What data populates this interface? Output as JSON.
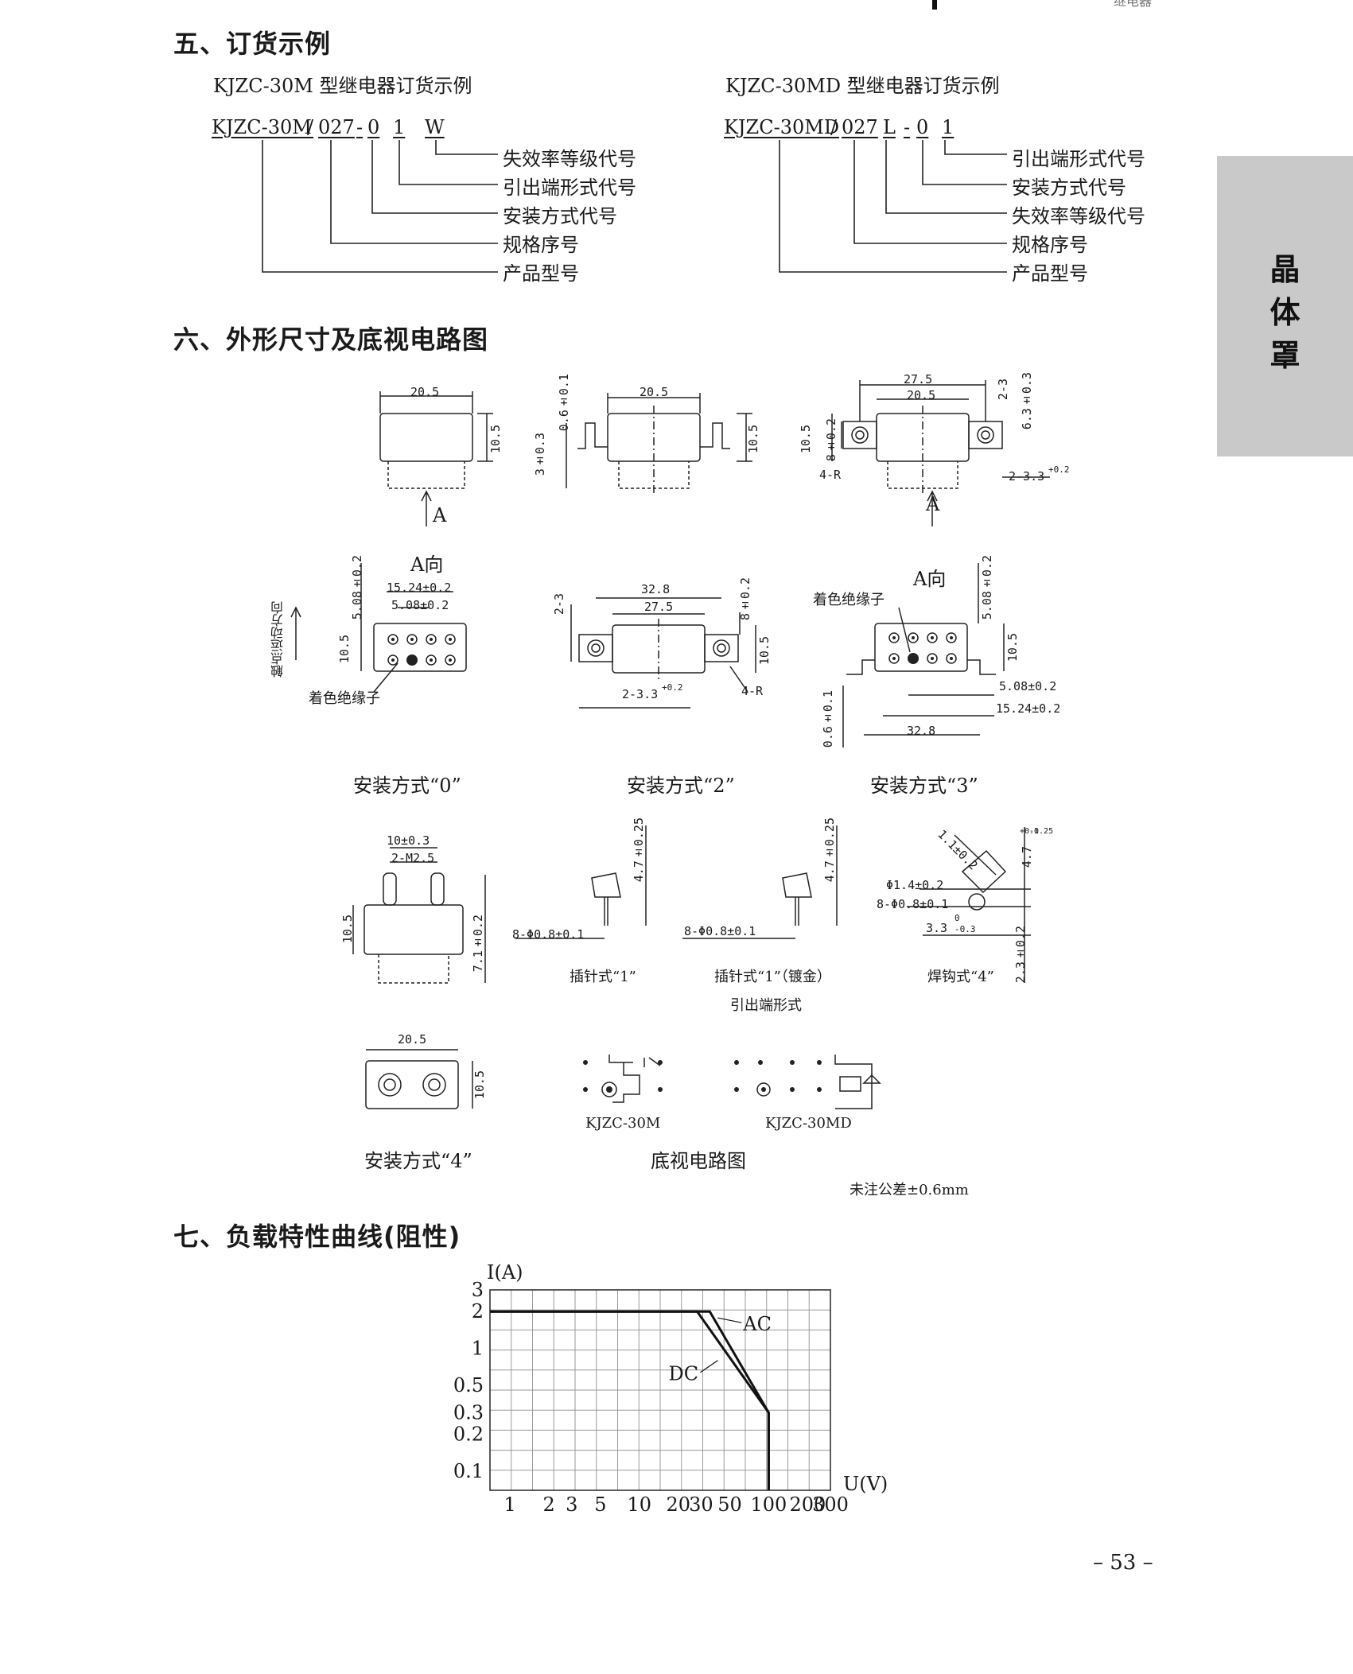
{
  "header": {
    "fragment": "继电器"
  },
  "side_tab": {
    "chars": [
      "晶",
      "体",
      "罩"
    ]
  },
  "sections": {
    "ordering": "五、订货示例",
    "dimensions": "六、外形尺寸及底视电路图",
    "load_curve": "七、负载特性曲线(阻性)"
  },
  "ordering": {
    "m": {
      "title": "KJZC-30M 型继电器订货示例",
      "code": [
        "KJZC-30M",
        "/",
        "027",
        "-",
        "0",
        "1",
        "W"
      ],
      "labels": [
        "失效率等级代号",
        "引出端形式代号",
        "安装方式代号",
        "规格序号",
        "产品型号"
      ]
    },
    "md": {
      "title": "KJZC-30MD 型继电器订货示例",
      "code": [
        "KJZC-30MD",
        "/",
        "027",
        "L",
        "-",
        "0",
        "1"
      ],
      "labels": [
        "引出端形式代号",
        "安装方式代号",
        "失效率等级代号",
        "规格序号",
        "产品型号"
      ]
    }
  },
  "drawings": {
    "dims": {
      "d20_5": "20.5",
      "d10_5": "10.5",
      "d27_5": "27.5",
      "d32_8": "32.8",
      "d0_6": "0.6±0.1",
      "d3": "3±0.3",
      "d6_3": "6.3±0.3",
      "d8": "8±0.2",
      "d2_3": "2-3",
      "tol_up": "+0.2",
      "tol_zero": "0",
      "d2_3_3": "2-3.3",
      "r4": "4-R",
      "d5_08": "5.08±0.2",
      "d15_24": "15.24±0.2",
      "d10": "10±0.3",
      "m2_5": "2-M2.5",
      "d7_1": "7.1±0.2",
      "d4_7": "4.7±0.25",
      "pin": "8-Φ0.8±0.1",
      "d1_1": "1.1±0.2",
      "d4_7b": "4.7",
      "tol_up2": "+0.1",
      "tol_dn2": "-0.25",
      "phi1_4": "Φ1.4±0.2",
      "pin2": "8-Φ0.8±0.1",
      "d3_3": "3.3",
      "tol_dn3": "-0.3",
      "d2_3b": "2.3±0.2"
    },
    "arrow_a": "A",
    "a_view": "A向",
    "insulator": "着色绝缘子",
    "contact_dir": "触点运动方向",
    "mount0": "安装方式“0”",
    "mount2": "安装方式“2”",
    "mount3": "安装方式“3”",
    "mount4": "安装方式“4”",
    "pin1": "插针式“1”",
    "pin1g": "插针式“1”（镀金）",
    "hook4": "焊钩式“4”",
    "terminal_forms": "引出端形式",
    "circuit_m": "KJZC-30M",
    "circuit_md": "KJZC-30MD",
    "circuit_title": "底视电路图",
    "note": "未注公差±0.6mm"
  },
  "chart_data": {
    "type": "line",
    "xscale": "log",
    "yscale": "log",
    "xlabel": "U(V)",
    "ylabel": "I(A)",
    "xticks": [
      1,
      2,
      3,
      5,
      10,
      20,
      30,
      50,
      100,
      200,
      300
    ],
    "yticks": [
      0.1,
      0.2,
      0.3,
      0.5,
      1,
      2,
      3
    ],
    "xlim": [
      0.7,
      300
    ],
    "ylim": [
      0.07,
      3
    ],
    "grid": true,
    "series": [
      {
        "name": "AC",
        "x": [
          0.7,
          35,
          100,
          100
        ],
        "y": [
          2,
          2,
          0.3,
          0.07
        ]
      },
      {
        "name": "DC",
        "x": [
          0.7,
          28,
          100,
          100
        ],
        "y": [
          2,
          2,
          0.3,
          0.07
        ]
      }
    ]
  },
  "page_number": "– 53 –"
}
